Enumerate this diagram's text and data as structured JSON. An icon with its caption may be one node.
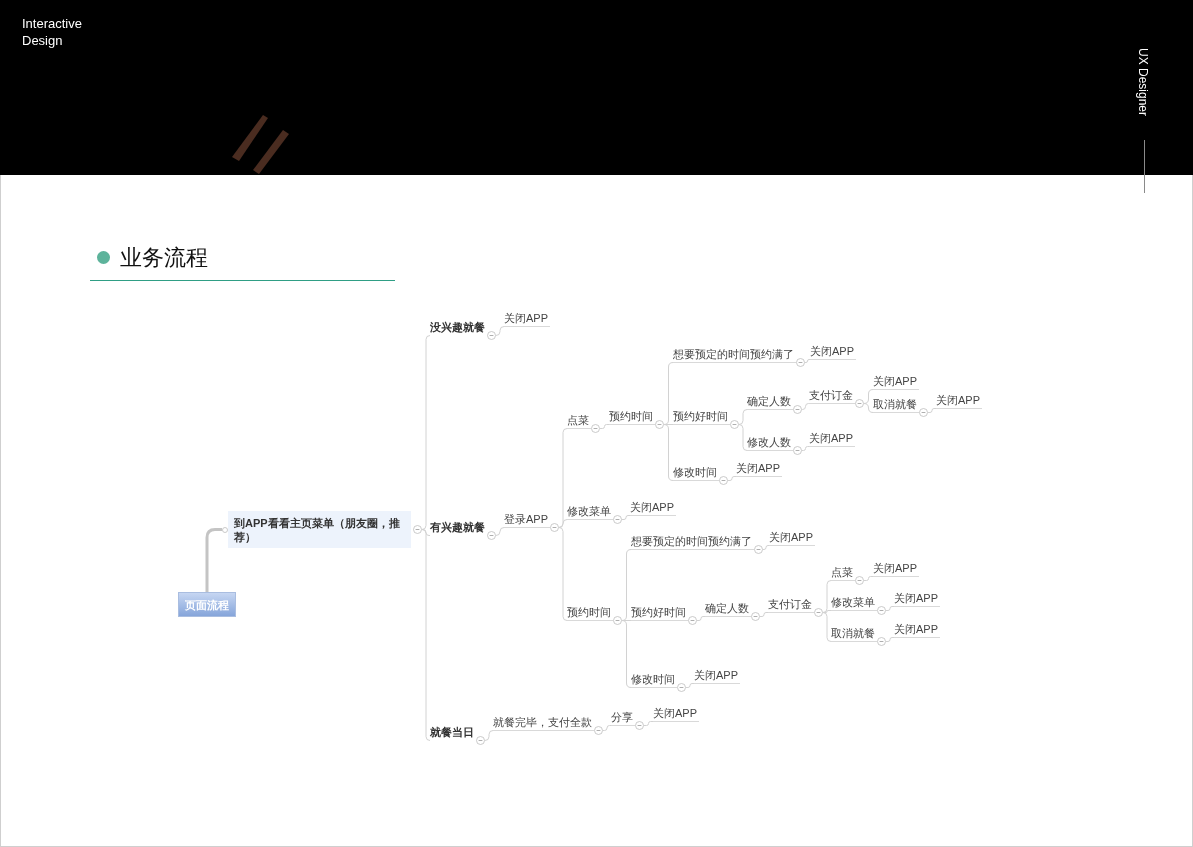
{
  "diagram": {
    "title": "业务流程",
    "nodes": [
      {
        "text": [
          "页面流程"
        ]
      },
      {
        "text": [
          "到APP看看主页菜单（朋友圈，推荐）"
        ]
      },
      {
        "text": [
          "没兴趣就餐"
        ]
      },
      {
        "text": [
          "关闭APP"
        ]
      },
      {
        "text": [
          "有兴趣就餐"
        ]
      },
      {
        "text": [
          "登录APP"
        ]
      },
      {
        "text": [
          "点菜"
        ]
      },
      {
        "text": [
          "预约时间"
        ]
      },
      {
        "text": [
          "想要预定的时间预约满了"
        ]
      },
      {
        "text": [
          "关闭APP"
        ]
      },
      {
        "text": [
          "预约好时间"
        ]
      },
      {
        "text": [
          "确定人数"
        ]
      },
      {
        "text": [
          "支付订金"
        ]
      },
      {
        "text": [
          "关闭APP"
        ]
      },
      {
        "text": [
          "取消就餐"
        ]
      },
      {
        "text": [
          "关闭APP"
        ]
      },
      {
        "text": [
          "修改人数"
        ]
      },
      {
        "text": [
          "关闭APP"
        ]
      },
      {
        "text": [
          "修改时间"
        ]
      },
      {
        "text": [
          "关闭APP"
        ]
      },
      {
        "text": [
          "修改菜单"
        ]
      },
      {
        "text": [
          "关闭APP"
        ]
      },
      {
        "text": [
          "预约时间"
        ]
      },
      {
        "text": [
          "想要预定的时间预约满了"
        ]
      },
      {
        "text": [
          "关闭APP"
        ]
      },
      {
        "text": [
          "预约好时间"
        ]
      },
      {
        "text": [
          "确定人数"
        ]
      },
      {
        "text": [
          "支付订金"
        ]
      },
      {
        "text": [
          "点菜"
        ]
      },
      {
        "text": [
          "关闭APP"
        ]
      },
      {
        "text": [
          "修改菜单"
        ]
      },
      {
        "text": [
          "关闭APP"
        ]
      },
      {
        "text": [
          "取消就餐"
        ]
      },
      {
        "text": [
          "关闭APP"
        ]
      },
      {
        "text": [
          "修改时间"
        ]
      },
      {
        "text": [
          "关闭APP"
        ]
      },
      {
        "text": [
          "就餐当日"
        ]
      },
      {
        "text": [
          "就餐完毕，支付全款"
        ]
      },
      {
        "text": [
          "分享"
        ]
      },
      {
        "text": [
          "关闭APP"
        ]
      }
    ],
    "edges": [
      {
        "from": 0,
        "to": 1,
        "arrow": "none",
        "style": "thick"
      },
      {
        "from": 1,
        "to": 2,
        "arrow": "none"
      },
      {
        "from": 2,
        "to": 3,
        "arrow": "none"
      },
      {
        "from": 1,
        "to": 4,
        "arrow": "none"
      },
      {
        "from": 4,
        "to": 5,
        "arrow": "none"
      },
      {
        "from": 5,
        "to": 6,
        "arrow": "none"
      },
      {
        "from": 6,
        "to": 7,
        "arrow": "none"
      },
      {
        "from": 7,
        "to": 8,
        "arrow": "none"
      },
      {
        "from": 8,
        "to": 9,
        "arrow": "none"
      },
      {
        "from": 7,
        "to": 10,
        "arrow": "none"
      },
      {
        "from": 10,
        "to": 11,
        "arrow": "none"
      },
      {
        "from": 11,
        "to": 12,
        "arrow": "none"
      },
      {
        "from": 12,
        "to": 13,
        "arrow": "none"
      },
      {
        "from": 12,
        "to": 14,
        "arrow": "none"
      },
      {
        "from": 14,
        "to": 15,
        "arrow": "none"
      },
      {
        "from": 10,
        "to": 16,
        "arrow": "none"
      },
      {
        "from": 16,
        "to": 17,
        "arrow": "none"
      },
      {
        "from": 7,
        "to": 18,
        "arrow": "none"
      },
      {
        "from": 18,
        "to": 19,
        "arrow": "none"
      },
      {
        "from": 5,
        "to": 20,
        "arrow": "none"
      },
      {
        "from": 20,
        "to": 21,
        "arrow": "none"
      },
      {
        "from": 5,
        "to": 22,
        "arrow": "none"
      },
      {
        "from": 22,
        "to": 23,
        "arrow": "none"
      },
      {
        "from": 23,
        "to": 24,
        "arrow": "none"
      },
      {
        "from": 22,
        "to": 25,
        "arrow": "none"
      },
      {
        "from": 25,
        "to": 26,
        "arrow": "none"
      },
      {
        "from": 26,
        "to": 27,
        "arrow": "none"
      },
      {
        "from": 27,
        "to": 28,
        "arrow": "none"
      },
      {
        "from": 28,
        "to": 29,
        "arrow": "none"
      },
      {
        "from": 27,
        "to": 30,
        "arrow": "none"
      },
      {
        "from": 30,
        "to": 31,
        "arrow": "none"
      },
      {
        "from": 27,
        "to": 32,
        "arrow": "none"
      },
      {
        "from": 32,
        "to": 33,
        "arrow": "none"
      },
      {
        "from": 22,
        "to": 34,
        "arrow": "none"
      },
      {
        "from": 34,
        "to": 35,
        "arrow": "none"
      },
      {
        "from": 1,
        "to": 36,
        "arrow": "none"
      },
      {
        "from": 36,
        "to": 37,
        "arrow": "none"
      },
      {
        "from": 37,
        "to": 38,
        "arrow": "none"
      },
      {
        "from": 38,
        "to": 39,
        "arrow": "none"
      }
    ],
    "labels": [
      "Interactive Design",
      "UX Designer"
    ]
  }
}
